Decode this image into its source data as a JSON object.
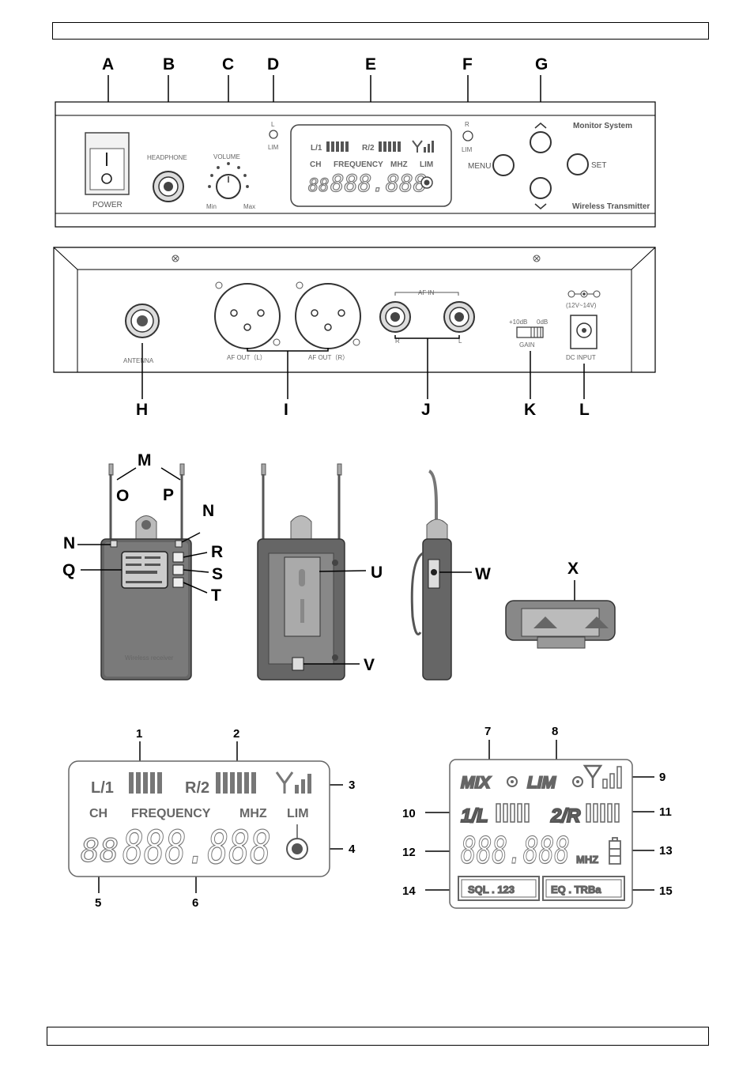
{
  "labels": {
    "front": [
      "A",
      "B",
      "C",
      "D",
      "E",
      "F",
      "G"
    ],
    "rear": [
      "H",
      "I",
      "J",
      "K",
      "L"
    ],
    "receiver": [
      "M",
      "O",
      "P",
      "N",
      "N",
      "R",
      "Q",
      "S",
      "T",
      "U",
      "V",
      "W",
      "X"
    ],
    "lcd_left": [
      "1",
      "2",
      "3",
      "4",
      "5",
      "6"
    ],
    "lcd_right": [
      "7",
      "8",
      "9",
      "10",
      "11",
      "12",
      "13",
      "14",
      "15"
    ]
  },
  "front_panel": {
    "power": "POWER",
    "headphone": "HEADPHONE",
    "volume": "VOLUME",
    "vol_min": "Min",
    "vol_max": "Max",
    "l": "L",
    "r": "R",
    "lim": "LIM",
    "menu": "MENU",
    "set": "SET",
    "brand_top": "Monitor System",
    "brand_bottom": "Wireless Transmitter",
    "lcd": {
      "l1": "L/1",
      "r2": "R/2",
      "ch": "CH",
      "frequency": "FREQUENCY",
      "mhz": "MHZ",
      "lim": "LIM",
      "ch_digits": "88",
      "freq_digits": "888.888"
    }
  },
  "rear_panel": {
    "antenna": "ANTENNA",
    "af_out_l": "AF OUT（L）",
    "af_out_r": "AF OUT（R）",
    "af_in": "AF IN",
    "r": "R",
    "l": "L",
    "gain_10": "+10dB",
    "gain_0": "0dB",
    "gain": "GAIN",
    "dc_volt": "(12V~14V)",
    "dc_input": "DC INPUT"
  },
  "receiver": {
    "caption": "Wireless receiver"
  },
  "lcd_left": {
    "l1": "L/1",
    "r2": "R/2",
    "ch": "CH",
    "frequency": "FREQUENCY",
    "mhz": "MHZ",
    "lim": "LIM",
    "ch_digits": "88",
    "freq_digits": "888.888"
  },
  "lcd_right": {
    "mix": "MIX",
    "lim": "LIM",
    "one_l": "1/L",
    "two_r": "2/R",
    "freq_digits": "888.888",
    "mhz": "MHZ",
    "sql": "SQL . 123",
    "eq": "EQ . TRBa"
  }
}
